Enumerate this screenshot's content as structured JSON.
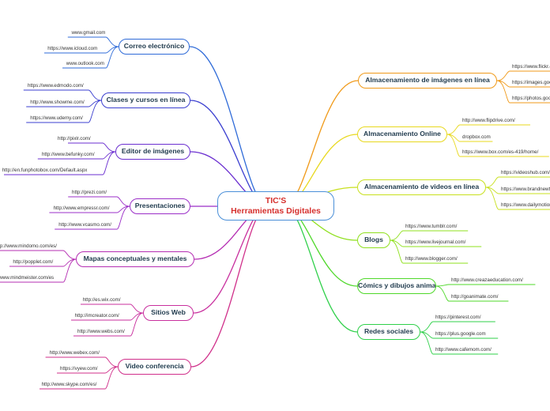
{
  "central": {
    "line1": "TIC'S",
    "line2": "Herramientas Digitales"
  },
  "branches_left": [
    {
      "label": "Correo electrónico",
      "color": "#2f6bd8",
      "leaves": [
        "www.gmail.com",
        "https://www.icloud.com",
        "www.outlook.com"
      ]
    },
    {
      "label": "Clases y cursos en línea",
      "color": "#3b3fd0",
      "leaves": [
        "https://www.edmodo.com/",
        "http://www.showme.com/",
        "https://www.udemy.com/"
      ]
    },
    {
      "label": "Editor de imágenes",
      "color": "#6b2fd0",
      "leaves": [
        "http://pixlr.com/",
        "http://www.befunky.com/",
        "http://en.funphotobox.com/Default.aspx"
      ]
    },
    {
      "label": "Presentaciones",
      "color": "#9b2fc8",
      "leaves": [
        "http://prezi.com/",
        "http://www.empressr.com/",
        "http://www.vcasmo.com/"
      ]
    },
    {
      "label": "Mapas conceptuales y mentales",
      "color": "#b52fb3",
      "leaves": [
        "http://www.mindomo.com/es/",
        "http://popplet.com/",
        "http://www.mindmeister.com/es"
      ]
    },
    {
      "label": "Sitios Web",
      "color": "#c82f9e",
      "leaves": [
        "http://es.wix.com/",
        "http://imcreator.com/",
        "http://www.webs.com/"
      ]
    },
    {
      "label": "Video conferencia",
      "color": "#d02f8a",
      "leaves": [
        "http://www.webex.com/",
        "https://vyew.com/",
        "http://www.skype.com/es/"
      ]
    }
  ],
  "branches_right": [
    {
      "label": "Almacenamiento de imágenes en línea",
      "color": "#f09a1a",
      "leaves": [
        "https://www.flickr.com/",
        "https://images.google.com/",
        "https://photos.google.com/"
      ]
    },
    {
      "label": "Almacenamiento Online",
      "color": "#e8d81e",
      "leaves": [
        "http://www.flipdrive.com/",
        "dropbox.com",
        "https://www.box.com/es-419/home/"
      ]
    },
    {
      "label": "Almacenamiento de videos en línea",
      "color": "#c8e01e",
      "leaves": [
        "https://videoshub.com/",
        "https://www.brandnewtube.com/",
        "https://www.dailymotion.com/"
      ]
    },
    {
      "label": "Blogs",
      "color": "#8fe01e",
      "leaves": [
        "https://www.tumblr.com/",
        "https://www.livejournal.com/",
        "http://www.blogger.com/"
      ]
    },
    {
      "label": "Cómics y dibujos animados",
      "color": "#4fd82a",
      "leaves": [
        "http://www.creazaeducation.com/",
        "http://goanimate.com/"
      ]
    },
    {
      "label": "Redes sociales",
      "color": "#2fd04a",
      "leaves": [
        "https://pinterest.com/",
        "https://plus.google.com",
        "http://www.cafemom.com/"
      ]
    }
  ]
}
